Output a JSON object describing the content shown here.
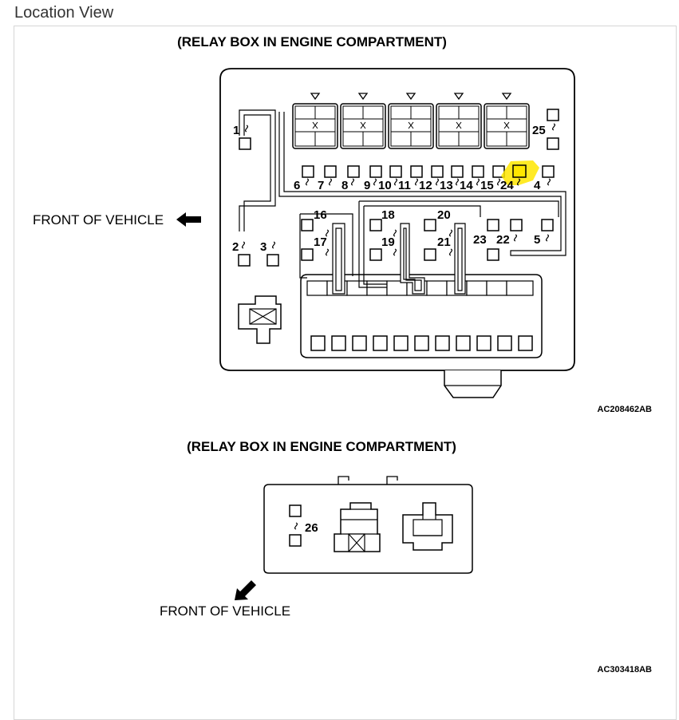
{
  "page": {
    "heading": "Location View"
  },
  "diagram1": {
    "title": "(RELAY BOX IN ENGINE COMPARTMENT)",
    "front_label": "FRONT OF VEHICLE",
    "code": "AC208462AB",
    "highlight_color": "#ffe600",
    "labels": {
      "l1": "1",
      "l2": "2",
      "l3": "3",
      "l4": "4",
      "l5": "5",
      "l6": "6",
      "l7": "7",
      "l8": "8",
      "l9": "9",
      "l10": "10",
      "l11": "11",
      "l12": "12",
      "l13": "13",
      "l14": "14",
      "l15": "15",
      "l16": "16",
      "l17": "17",
      "l18": "18",
      "l19": "19",
      "l20": "20",
      "l21": "21",
      "l22": "22",
      "l23": "23",
      "l24": "24",
      "l25": "25"
    }
  },
  "diagram2": {
    "title": "(RELAY BOX IN ENGINE COMPARTMENT)",
    "front_label": "FRONT OF VEHICLE",
    "code": "AC303418AB",
    "labels": {
      "l26": "26"
    }
  },
  "icons": [
    "arrow-left-icon",
    "arrow-down-left-icon",
    "triangle-down-icon"
  ]
}
